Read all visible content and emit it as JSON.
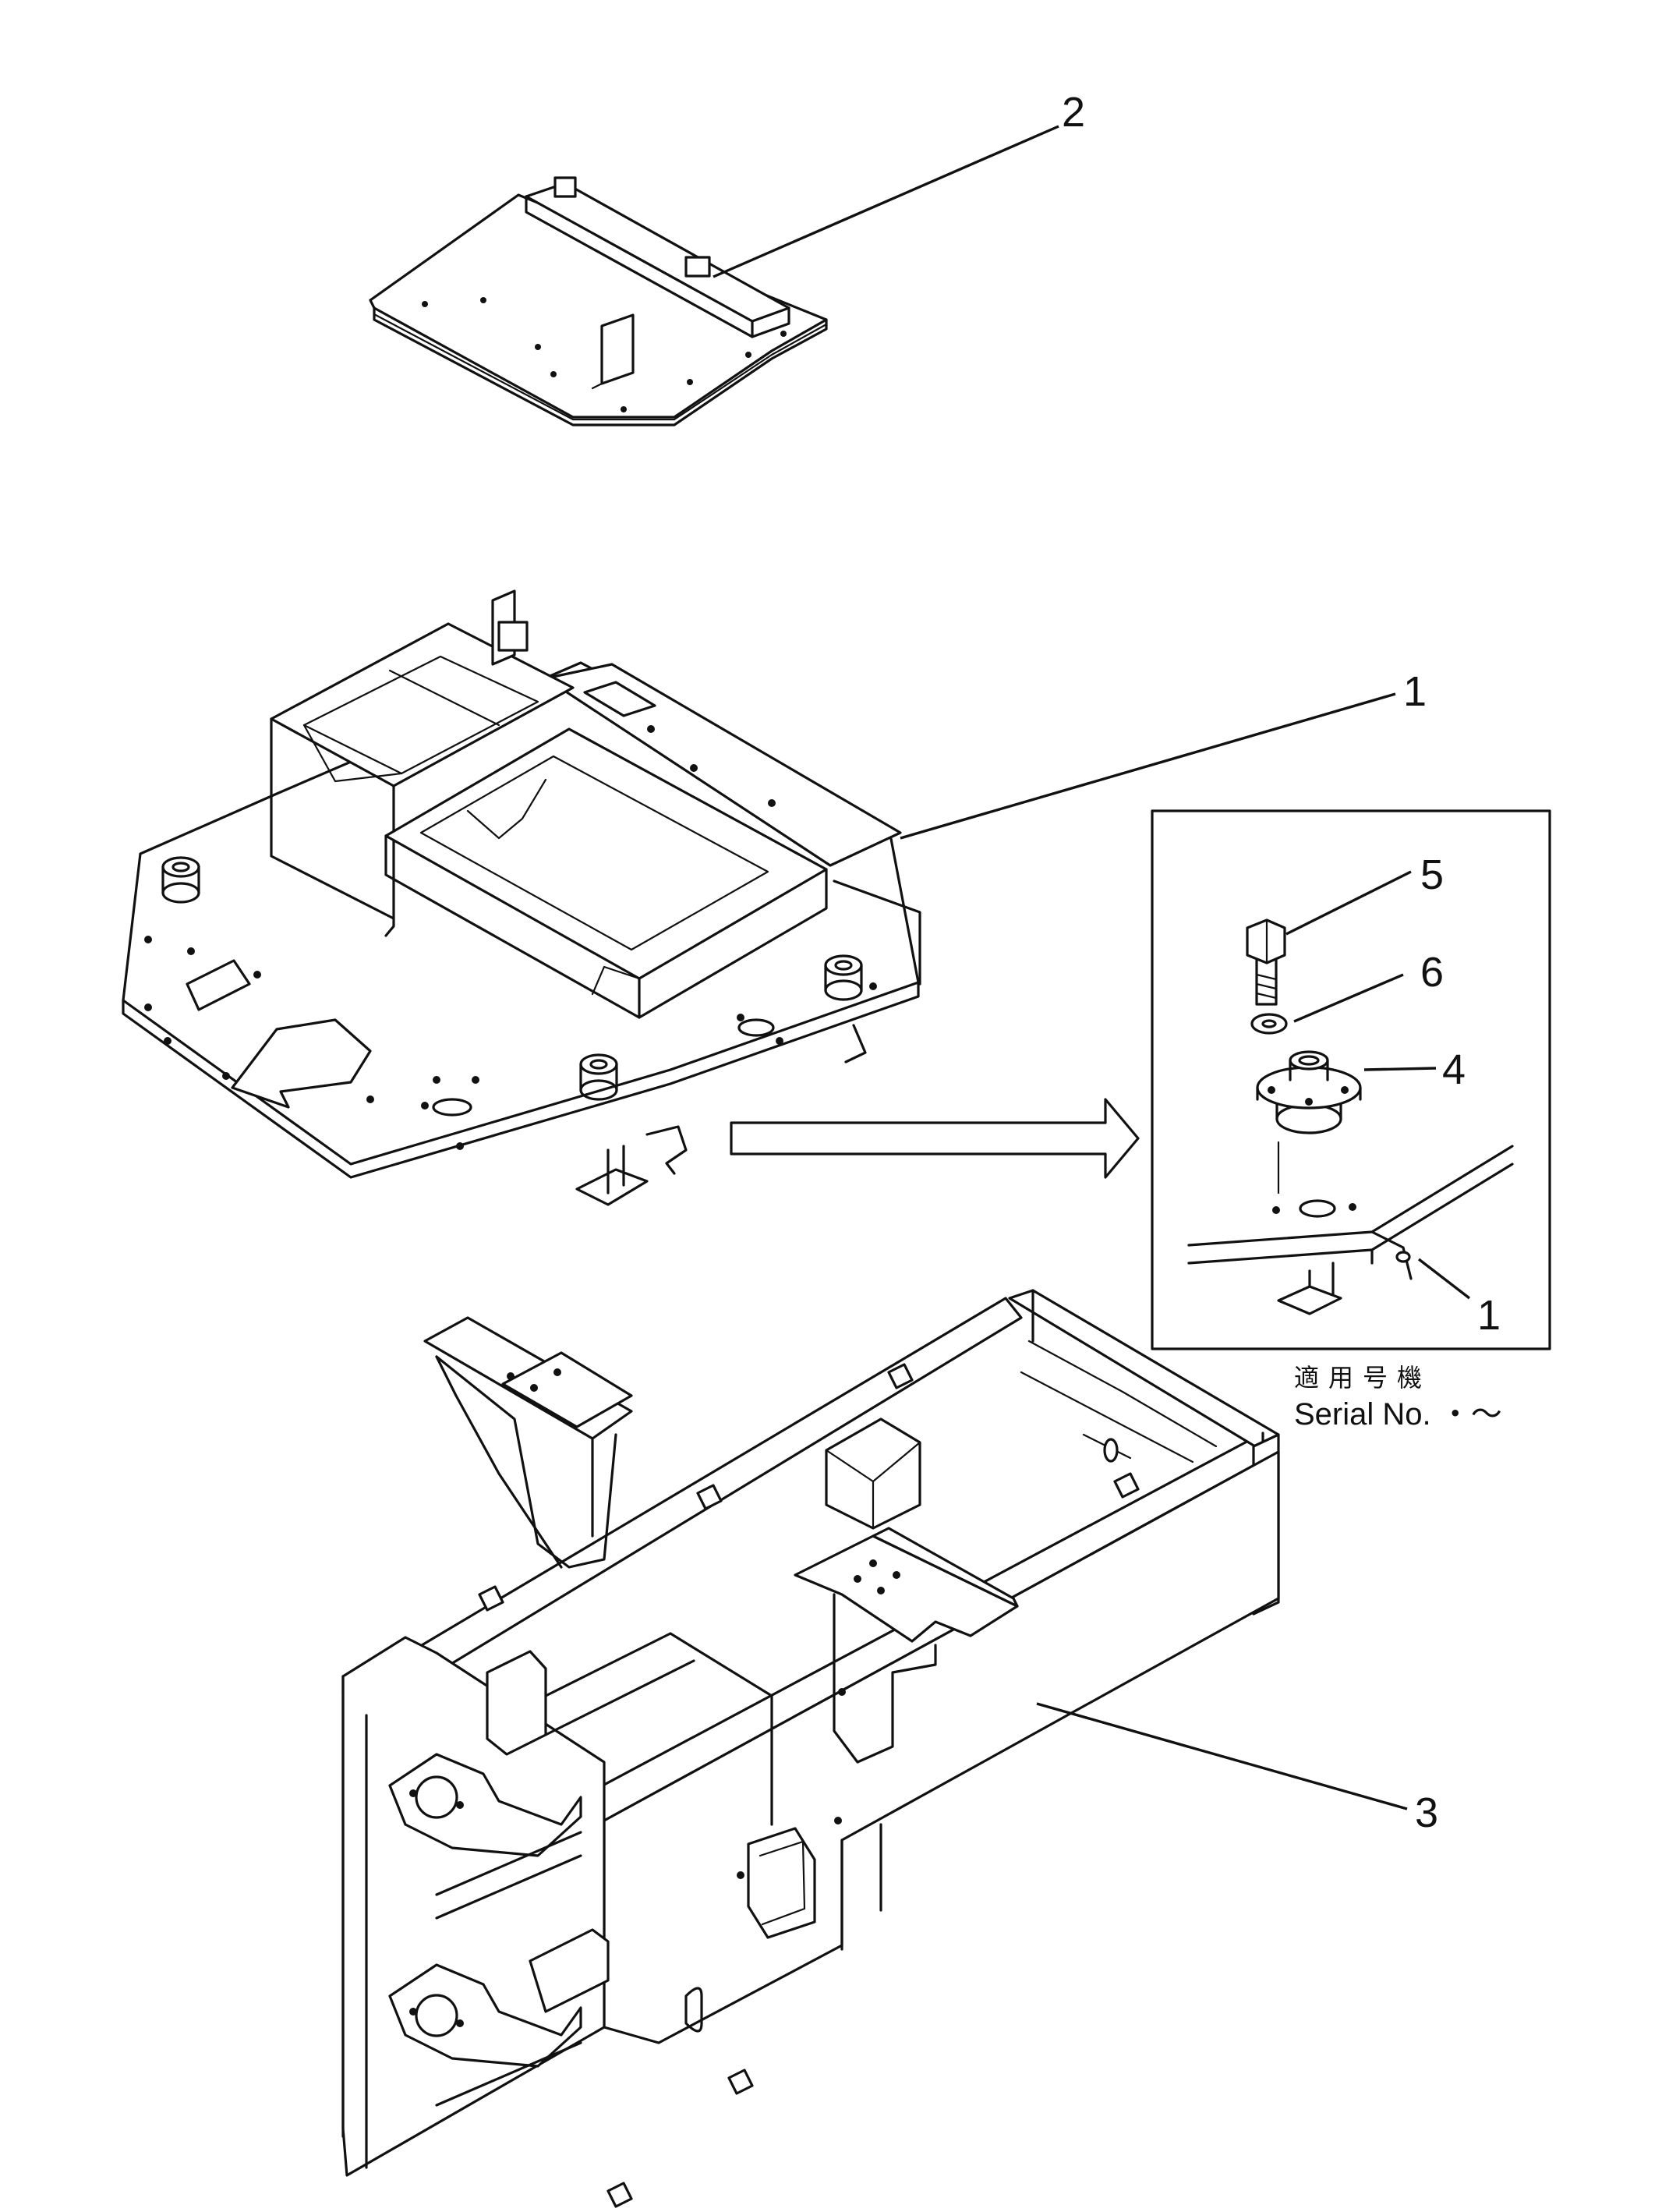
{
  "callouts": {
    "part_2": "2",
    "part_1": "1",
    "part_5": "5",
    "part_6": "6",
    "part_4": "4",
    "part_1_detail": "1",
    "part_3": "3"
  },
  "note": {
    "applicable_label": "適用号機",
    "serial_text": "Serial No. ・〜"
  }
}
